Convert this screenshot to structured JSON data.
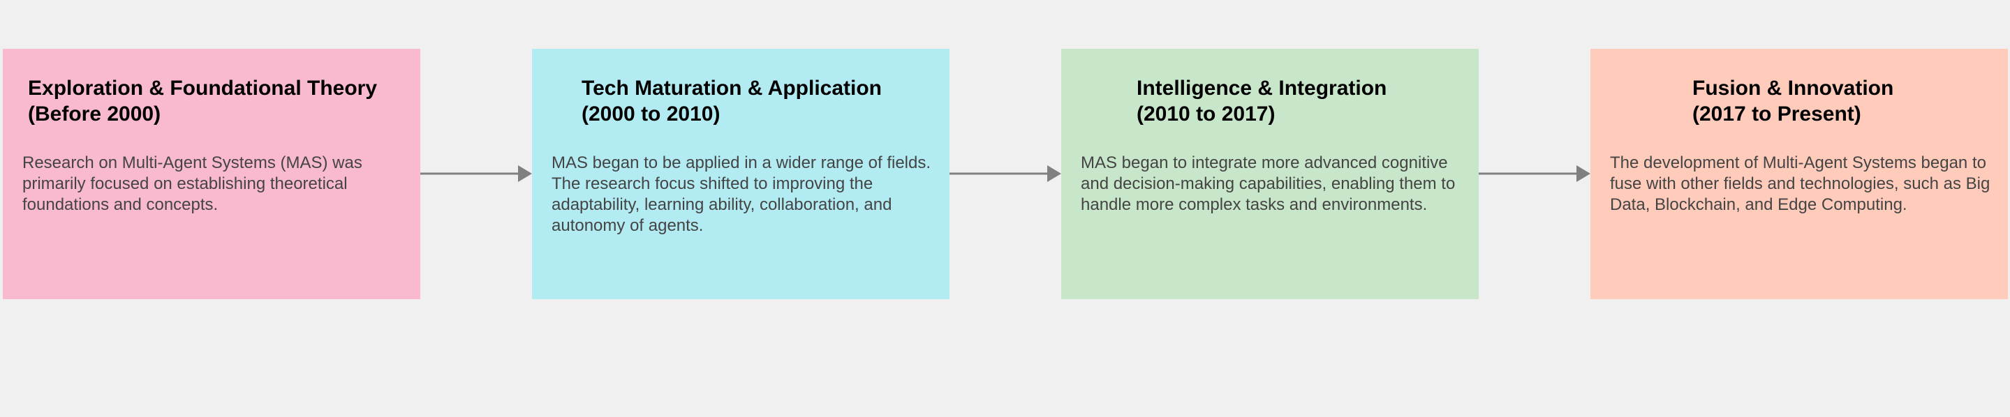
{
  "colors": {
    "background": "#f0f0f0",
    "arrow": "#808080"
  },
  "stages": [
    {
      "title_line1": "Exploration & Foundational Theory",
      "title_line2": "(Before 2000)",
      "description": "Research on Multi-Agent Systems (MAS) was primarily focused on establishing theoretical foundations and concepts.",
      "color": "#f9b9cf"
    },
    {
      "title_line1": "Tech Maturation & Application",
      "title_line2": "(2000 to 2010)",
      "description": "MAS began to be applied in a wider range of fields. The research focus shifted to improving the adaptability, learning ability, collaboration, and autonomy of agents.",
      "color": "#b2ebf2"
    },
    {
      "title_line1": "Intelligence & Integration",
      "title_line2": "(2010 to 2017)",
      "description": "MAS began to integrate more advanced cognitive and decision-making capabilities, enabling them to handle more complex tasks and environments.",
      "color": "#c8e6c9"
    },
    {
      "title_line1": "Fusion & Innovation",
      "title_line2": "(2017 to Present)",
      "description": "The development of Multi-Agent Systems began to fuse with other fields and technologies, such as Big Data, Blockchain, and Edge Computing.",
      "color": "#ffccbc"
    }
  ]
}
